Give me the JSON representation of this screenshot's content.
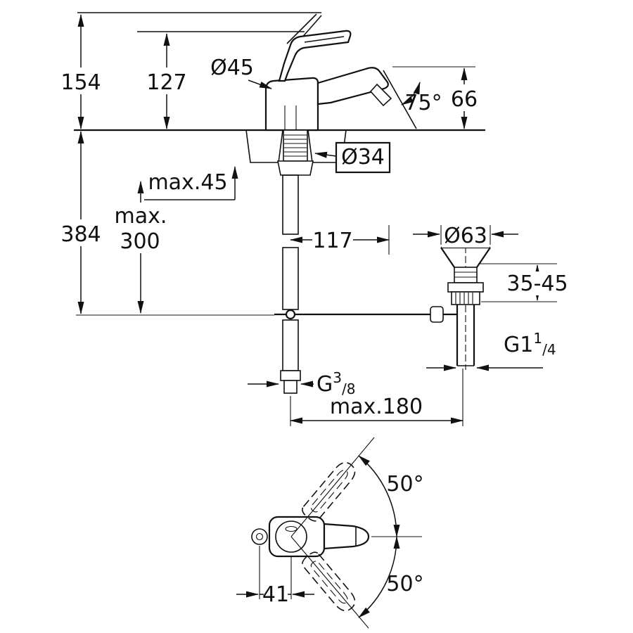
{
  "page": {
    "background": "#ffffff",
    "line_color": "#111111",
    "kind": "technical dimension drawing of single-lever bidet mixer with pop-up waste"
  },
  "side_view": {
    "dim_total_height": "154",
    "dim_body_height": "127",
    "dim_body_diameter": "Ø45",
    "dim_spray_angle": "75°",
    "dim_spout_height": "66",
    "dim_hole_diameter": "Ø34",
    "dim_deck_max": "max.45",
    "dim_below_total": "384",
    "dim_hose_max_line1": "max.",
    "dim_hose_max_line2": "300",
    "dim_drain_offset": "117"
  },
  "drain": {
    "dim_flange_diameter": "Ø63",
    "dim_height_range": "35-45",
    "thread": {
      "base": "G1",
      "sup": "1",
      "sub": "/4"
    }
  },
  "supply": {
    "thread": {
      "base": "G",
      "sup": "3",
      "sub": "/8"
    },
    "dim_reach_max": "max.180"
  },
  "top_view": {
    "dim_swivel_upper": "50°",
    "dim_swivel_lower": "50°",
    "dim_offset": "41"
  }
}
